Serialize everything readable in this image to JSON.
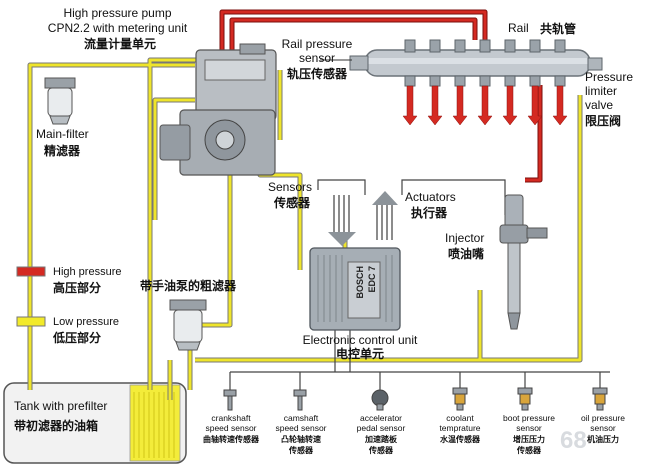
{
  "colors": {
    "high_pressure": "#c8201c",
    "low_pressure": "#e9e41b",
    "rail": "#b8bfc6",
    "ecu": "#9aa3ab"
  },
  "pump": {
    "line1": "High pressure pump",
    "line2": "CPN2.2 with metering unit",
    "zh": "流量计量单元"
  },
  "rail_sensor": {
    "line1": "Rail pressure",
    "line2": "sensor",
    "zh": "轨压传感器"
  },
  "rail": {
    "en": "Rail",
    "zh": "共轨管"
  },
  "limiter": {
    "line1": "Pressure",
    "line2": "limiter",
    "line3": "valve",
    "zh": "限压阀"
  },
  "main_filter": {
    "en": "Main-filter",
    "zh": "精滤器"
  },
  "sensors": {
    "en": "Sensors",
    "zh": "传感器"
  },
  "actuators": {
    "en": "Actuators",
    "zh": "执行器"
  },
  "injector": {
    "en": "Injector",
    "zh": "喷油嘴"
  },
  "legend": {
    "high_en": "High pressure",
    "high_zh": "高压部分",
    "low_en": "Low pressure",
    "low_zh": "低压部分"
  },
  "coarse_filter": {
    "zh": "带手油泵的粗滤器"
  },
  "ecu": {
    "en": "Electronic control unit",
    "zh": "电控单元",
    "brand": "BOSCH",
    "model": "EDC 7"
  },
  "tank": {
    "en": "Tank with prefilter",
    "zh": "带初滤器的油箱"
  },
  "bottom_sensors": [
    {
      "l1": "crankshaft",
      "l2": "speed sensor",
      "zh": "曲轴转速传感器"
    },
    {
      "l1": "camshaft",
      "l2": "speed sensor",
      "zh": "凸轮轴转速"
    },
    {
      "l1": "accelerator",
      "l2": "pedal sensor",
      "zh": "加速踏板"
    },
    {
      "l1": "coolant",
      "l2": "temprature",
      "zh": "水温传感器"
    },
    {
      "l1": "boot pressure",
      "l2": "sensor",
      "zh": "增压压力"
    },
    {
      "l1": "oil pressure",
      "l2": "sensor",
      "zh": "机油压力"
    }
  ],
  "bottom_sensors_zh2": [
    "传感器",
    "传感器",
    "传感器"
  ],
  "watermark": "68"
}
